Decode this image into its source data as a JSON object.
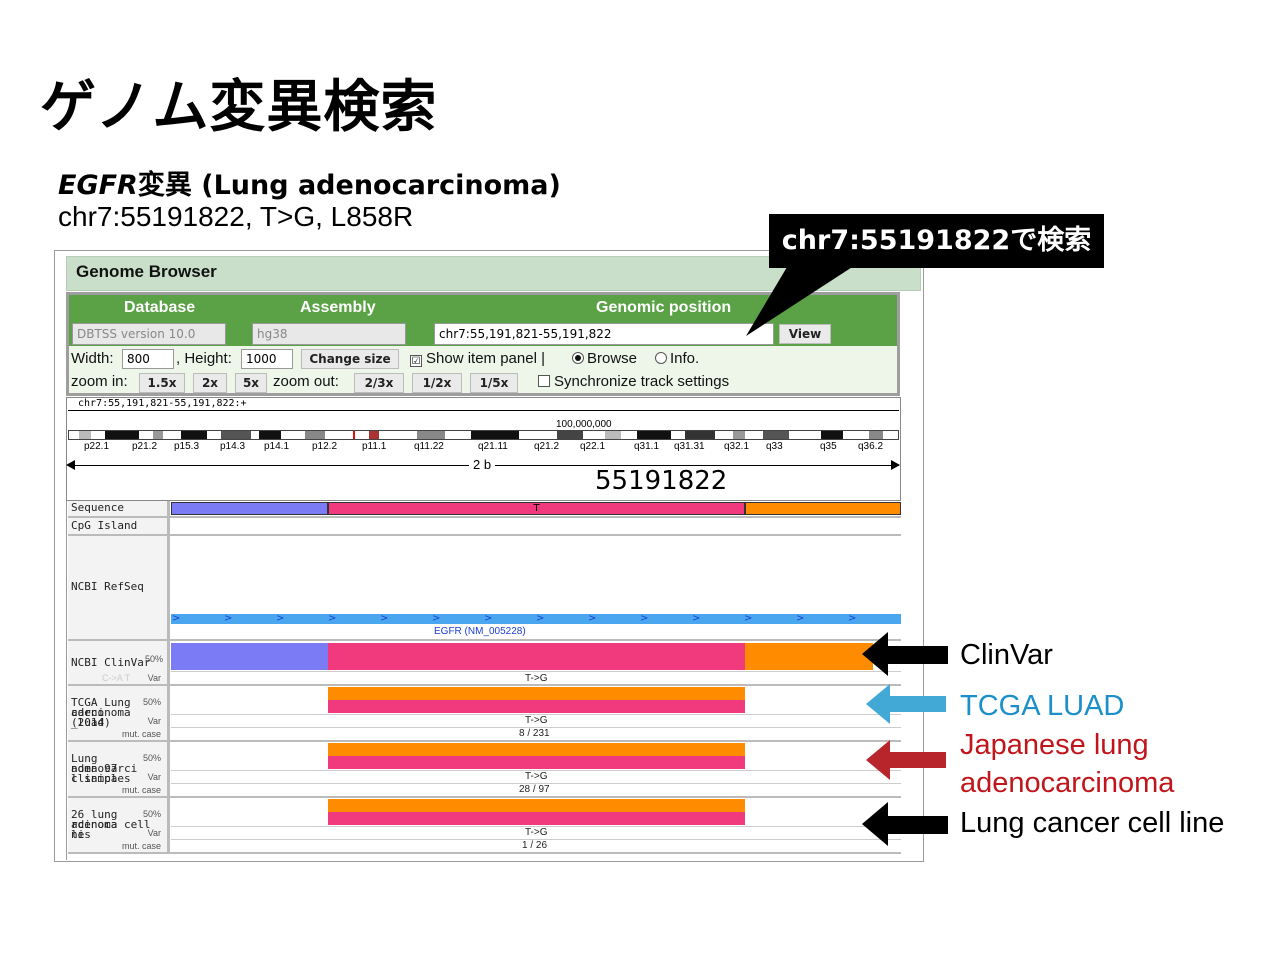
{
  "slide": {
    "title": "ゲノム変異検索",
    "gene": "EGFR",
    "subtitle_rest": "変異 (Lung adenocarcinoma)",
    "variant_line": "chr7:55191822, T>G, L858R"
  },
  "callout": {
    "text": "chr7:55191822で検索"
  },
  "browser": {
    "title": "Genome Browser",
    "columns": {
      "database": "Database",
      "assembly": "Assembly",
      "position": "Genomic position"
    },
    "database_value": "DBTSS version 10.0",
    "assembly_value": "hg38",
    "position_value": "chr7:55,191,821-55,191,822",
    "view_button": "View",
    "width_label": "Width:",
    "width_value": "800",
    "height_label": ", Height:",
    "height_value": "1000",
    "change_size_button": "Change size",
    "show_item_panel_label": "Show item panel |",
    "show_item_panel_checked": "☑",
    "browse_label": "Browse",
    "info_label": "Info.",
    "zoom_in_label": "zoom in:",
    "zoom_in_buttons": [
      "1.5x",
      "2x",
      "5x"
    ],
    "zoom_out_label": "zoom out:",
    "zoom_out_buttons": [
      "2/3x",
      "1/2x",
      "1/5x"
    ],
    "sync_label": "Synchronize track settings"
  },
  "ideogram": {
    "coord_label": "chr7:55,191,821-55,191,822:+",
    "scale_label": "100,000,000",
    "band_labels": [
      "p22.1",
      "p21.2",
      "p15.3",
      "p14.3",
      "p14.1",
      "p12.2",
      "p11.1",
      "q11.22",
      "q21.11",
      "q21.2",
      "q22.1",
      "q31.1",
      "q31.31",
      "q32.1",
      "q33",
      "q35",
      "q36.2"
    ],
    "span_label": "2 b",
    "position_number": "55191822"
  },
  "tracks": {
    "sequence": {
      "label": "Sequence",
      "base": "T"
    },
    "cpg": {
      "label": "CpG Island"
    },
    "refseq": {
      "label": "NCBI RefSeq",
      "gene": "EGFR (NM_005228)"
    },
    "clinvar": {
      "label": "NCBI ClinVar",
      "pct": "50%",
      "var_label": "Var",
      "ghost": "C->A T",
      "change": "T->G"
    },
    "tcga": {
      "label_1": "TCGA Lung adeno",
      "label_2": "carcinoma (luad",
      "label_3": "_2014)",
      "pct": "50%",
      "var_label": "Var",
      "mut_label": "mut. case",
      "change": "T->G",
      "count": "8 / 231"
    },
    "japanese": {
      "label_1": "Lung adenocarci",
      "label_2": "noma 97 clinica",
      "label_3": "l samples",
      "pct": "50%",
      "var_label": "Var",
      "mut_label": "mut. case",
      "change": "T->G",
      "count": "28 / 97"
    },
    "cellline": {
      "label_1": "26 lung adenoca",
      "label_2": "rcinoma cell li",
      "label_3": "nes",
      "pct": "50%",
      "var_label": "Var",
      "mut_label": "mut. case",
      "change": "T->G",
      "count": "1 / 26"
    }
  },
  "side_labels": {
    "clinvar": "ClinVar",
    "tcga": "TCGA LUAD",
    "japanese_1": "Japanese lung",
    "japanese_2": "adenocarcinoma",
    "cellline": "Lung cancer cell line"
  },
  "colors": {
    "green_panel": "#5aa245",
    "base_a": "#7b7bf5",
    "base_t": "#f03a7d",
    "base_g": "#ff8c00",
    "refseq": "#4aa7ef",
    "tcga_text": "#1a8fc9",
    "japanese_text": "#c0161b",
    "tcga_arrow": "#42a9d6",
    "japanese_arrow": "#b8262b"
  }
}
